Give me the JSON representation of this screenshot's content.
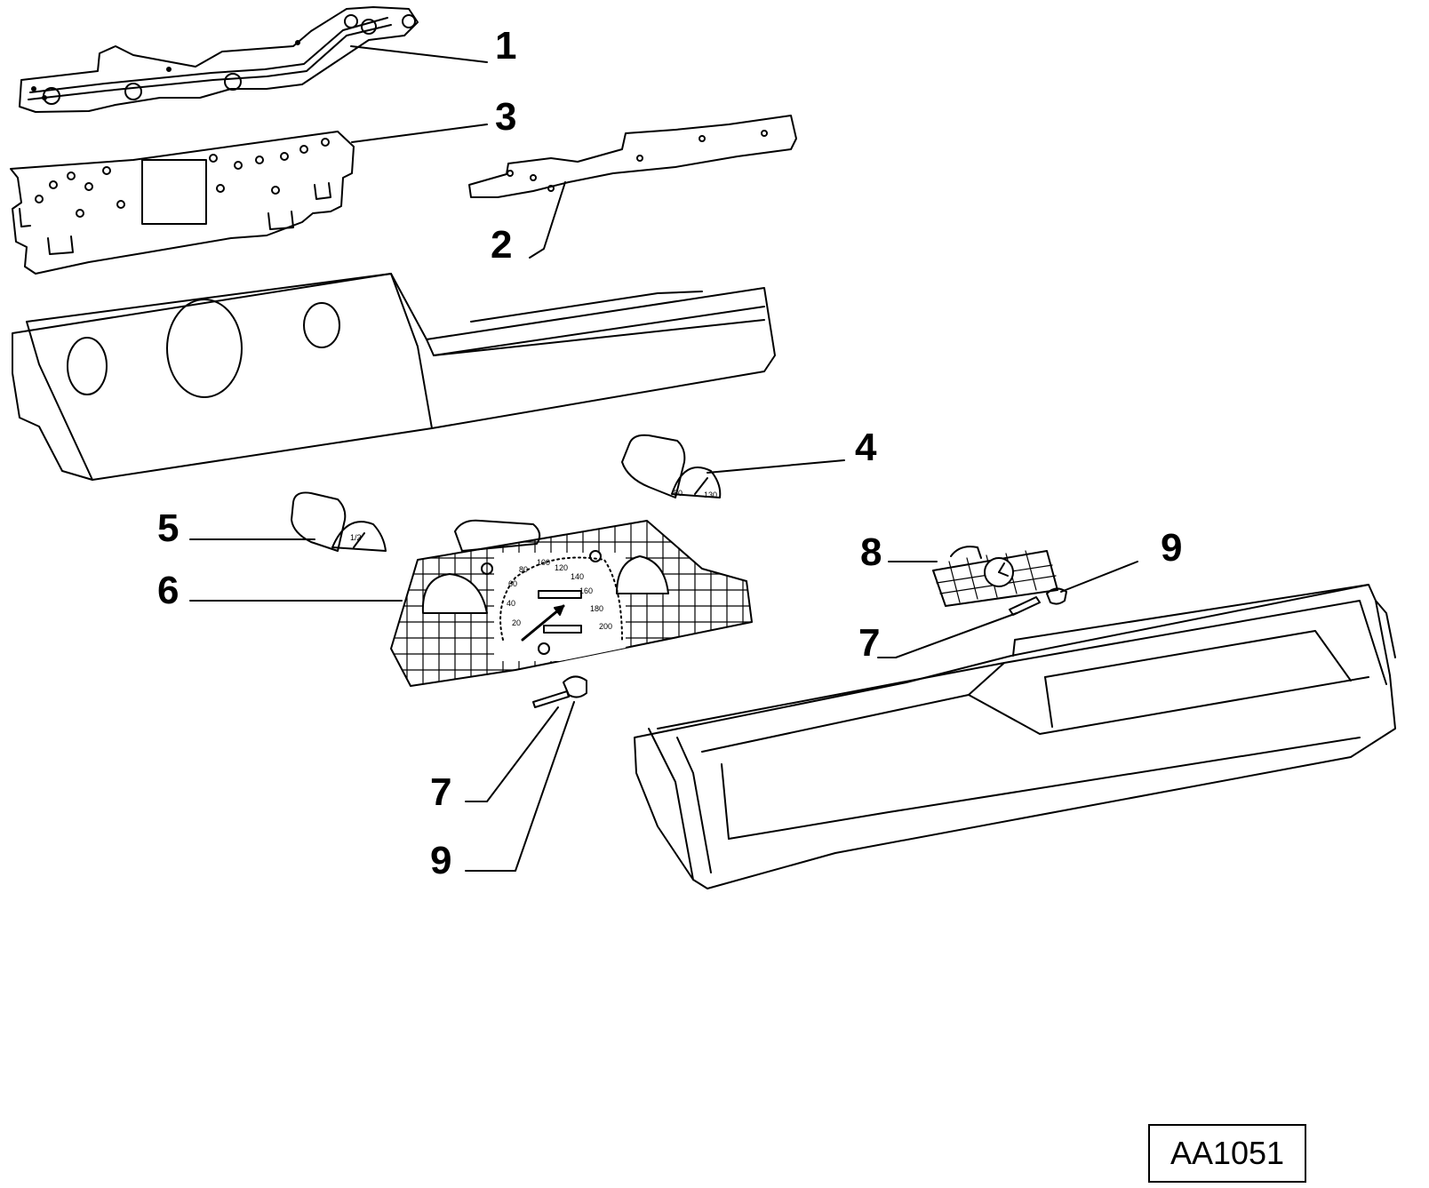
{
  "callouts": {
    "c1": "1",
    "c2": "2",
    "c3": "3",
    "c4": "4",
    "c5": "5",
    "c6": "6",
    "c7a": "7",
    "c7b": "7",
    "c8": "8",
    "c9a": "9",
    "c9b": "9"
  },
  "gauge_labels": {
    "s20": "20",
    "s40": "40",
    "s60": "60",
    "s80": "80",
    "s100": "100",
    "s120": "120",
    "s140": "140",
    "s160": "160",
    "s180": "180",
    "s200": "200",
    "fuel_half": "1/2",
    "temp_low": "50",
    "temp_high": "130"
  },
  "drawing_code": "AA1051"
}
